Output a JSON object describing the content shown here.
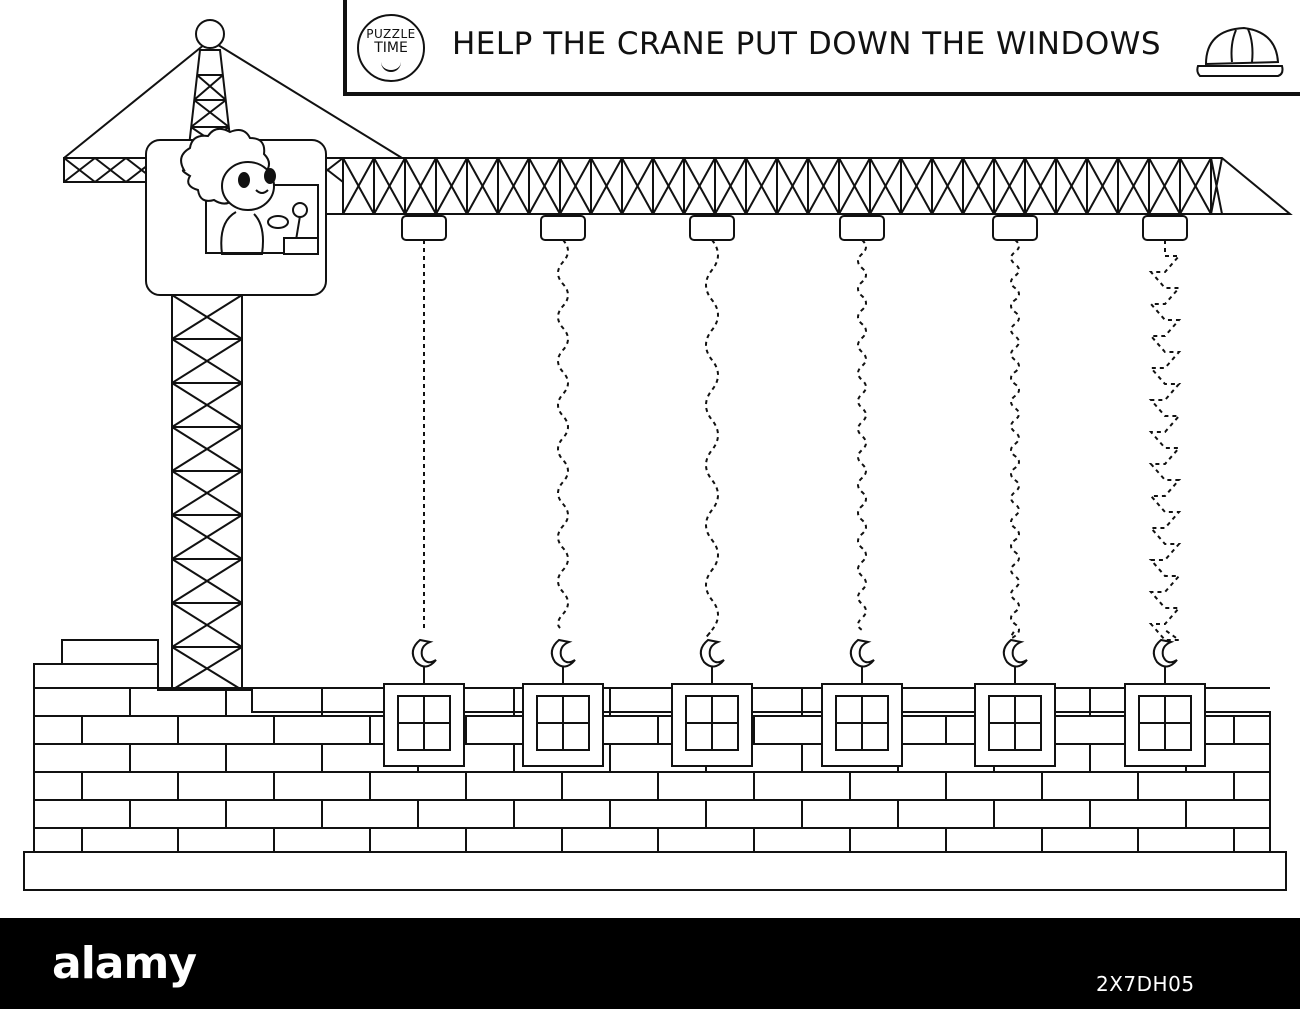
{
  "badge": {
    "line1": "PUZZLE",
    "line2": "TIME"
  },
  "title": "HELP THE CRANE PUT DOWN THE WINDOWS",
  "hooks": [
    {
      "path": "straight"
    },
    {
      "path": "wave"
    },
    {
      "path": "wide-wave"
    },
    {
      "path": "zigzag"
    },
    {
      "path": "tight-wave"
    },
    {
      "path": "square"
    }
  ],
  "icons": [
    "hard-hat-icon",
    "puzzle-time-badge",
    "crane-operator-icon",
    "hook-icon",
    "window-icon"
  ],
  "footer": {
    "brand": "alamy",
    "image_id": "2X7DH05"
  },
  "colors": {
    "ink": "#111111",
    "paper": "#ffffff",
    "footer": "#000000"
  }
}
